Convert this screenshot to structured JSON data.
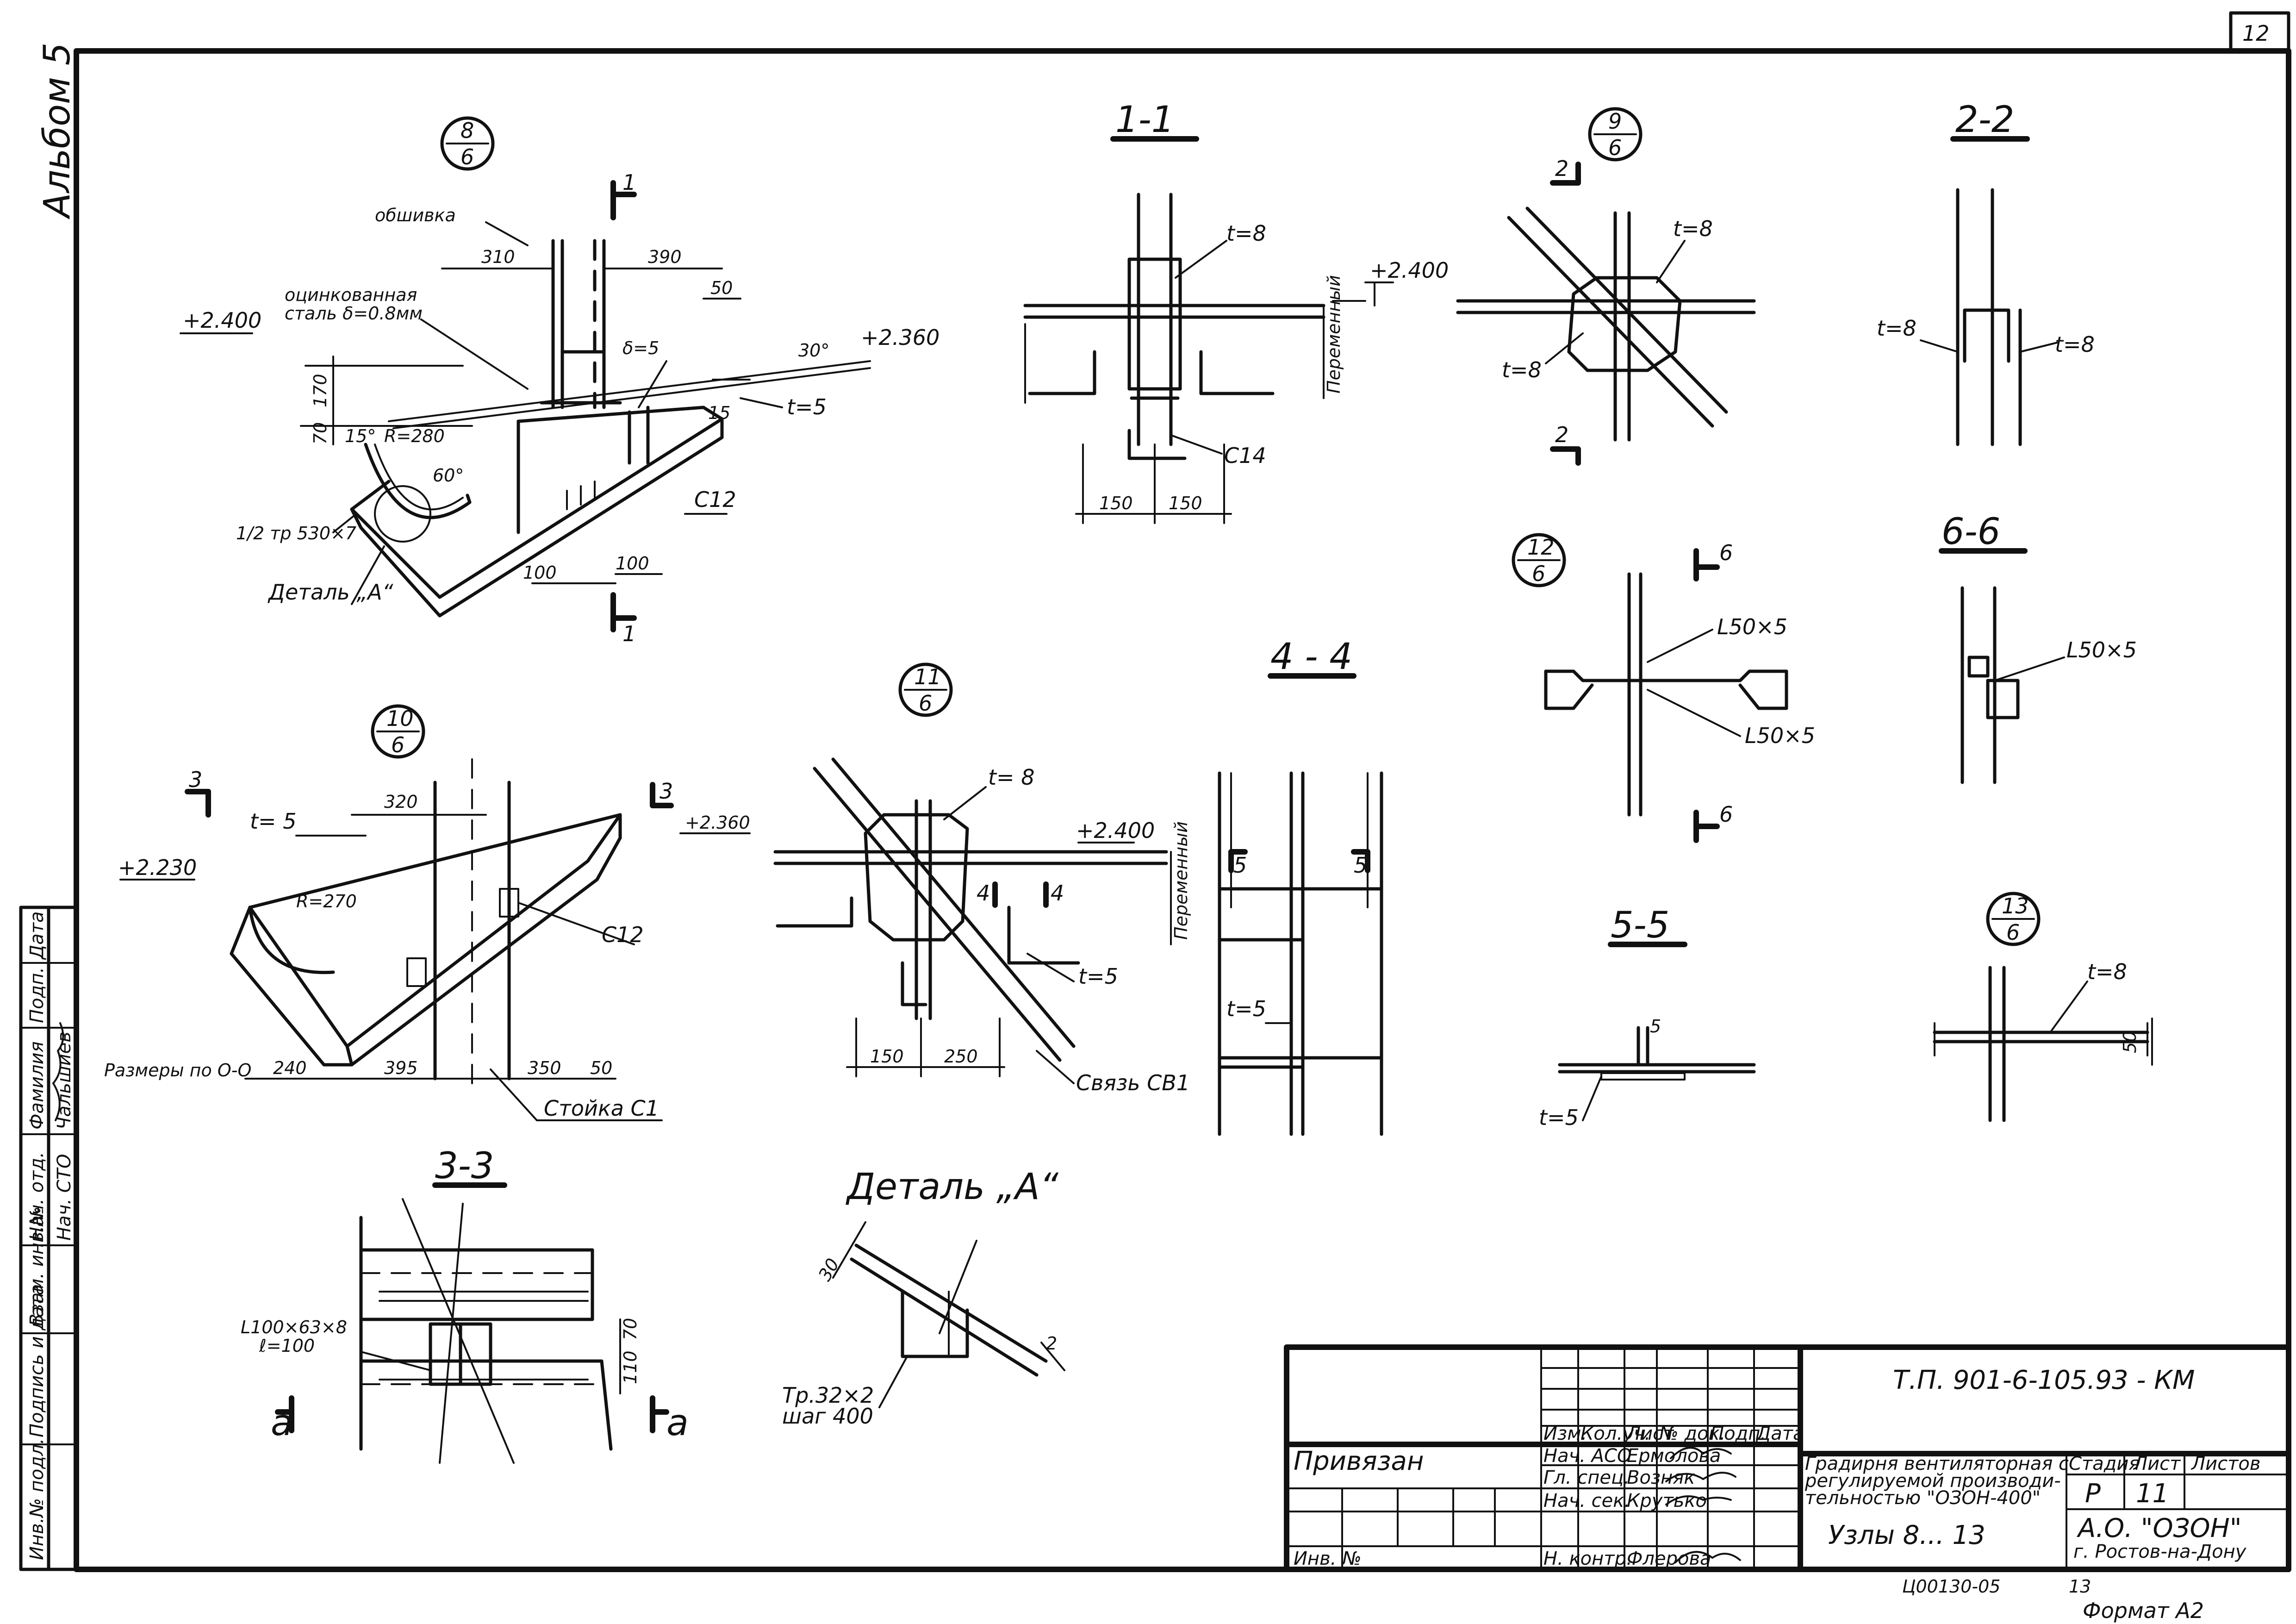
{
  "sheet": {
    "sheet_no": "12",
    "album": "Альбом 5",
    "format": "Формат А2",
    "archive_code": "Ц00130-05",
    "archive_no": "13"
  },
  "views": {
    "n8": {
      "num": "8",
      "den": "6",
      "cut": "1",
      "labels": [
        "обшивка",
        "оцинкованная",
        "сталь δ=0.8мм",
        "+2.400",
        "+2.360",
        "310",
        "390",
        "50",
        "170",
        "70",
        "15°",
        "R=280",
        "60°",
        "30°",
        "δ=5",
        "t=5",
        "15",
        "1/2 тр 530×7",
        "С12",
        "100",
        "100",
        "Деталь „А“"
      ]
    },
    "s11": {
      "title": "1-1",
      "labels": [
        "t=8",
        "+2.400",
        "Переменный",
        "С14",
        "150",
        "150"
      ]
    },
    "n9": {
      "num": "9",
      "den": "6",
      "cut": "2",
      "labels": [
        "t=8",
        "t=8"
      ]
    },
    "s22": {
      "title": "2-2",
      "labels": [
        "t=8",
        "t=8"
      ]
    },
    "n12": {
      "num": "12",
      "den": "6",
      "cut": "6",
      "labels": [
        "L50×5",
        "L50×5"
      ]
    },
    "s66": {
      "title": "6-6",
      "labels": [
        "L50×5"
      ]
    },
    "n10": {
      "num": "10",
      "den": "6",
      "cut": "3",
      "labels": [
        "t= 5",
        "320",
        "+2.360",
        "+2.230",
        "R=270",
        "С12",
        "Размеры по О-О",
        "240",
        "395",
        "350",
        "50",
        "Стойка С1"
      ]
    },
    "n11": {
      "num": "11",
      "den": "6",
      "cut": "4",
      "labels": [
        "t= 8",
        "+2.400",
        "Переменный",
        "t=5",
        "150",
        "250",
        "Связь СВ1"
      ]
    },
    "s44": {
      "title": "4 - 4",
      "cut": "5",
      "labels": [
        "t=5"
      ]
    },
    "s55": {
      "title": "5-5",
      "labels": [
        "5",
        "t=5"
      ]
    },
    "n13": {
      "num": "13",
      "den": "6",
      "labels": [
        "t=8",
        "50"
      ]
    },
    "s33": {
      "title": "3-3",
      "cut": "а",
      "labels": [
        "L100×63×8",
        "ℓ=100",
        "110",
        "70"
      ]
    },
    "detA": {
      "title": "Деталь „А“",
      "labels": [
        "30",
        "Тр.32×2",
        "шаг 400",
        "2"
      ]
    }
  },
  "title_block": {
    "doc_code": "Т.П. 901-6-105.93 - КМ",
    "project_lines": [
      "Градирня вентиляторная с",
      "регулируемой производи-",
      "тельностью \"ОЗОН-400\""
    ],
    "sheet_title": "Узлы 8... 13",
    "org_lines": [
      "А.О. \"ОЗОН\"",
      "г. Ростов-на-Дону"
    ],
    "header_cells": [
      "Изм.",
      "Кол.уч.",
      "Лист",
      "№ док.",
      "Подп.",
      "Дата"
    ],
    "privyazan": "Привязан",
    "inv_no": "Инв. №",
    "roles": [
      {
        "role": "Нач. АСО",
        "name": "Ермолова"
      },
      {
        "role": "Гл. спец.",
        "name": "Возняк"
      },
      {
        "role": "Нач. сек.",
        "name": "Крутько"
      },
      {
        "role": "Н. контр.",
        "name": "Флерова"
      }
    ],
    "stage_header": [
      "Стадия",
      "Лист",
      "Листов"
    ],
    "stage_values": [
      "Р",
      "11",
      ""
    ]
  },
  "left_stamp": {
    "lower": [
      "Инв.№ подл.",
      "Подпись и дата",
      "Взам. инв.№"
    ],
    "upper_roles": [
      "Нач. отд.",
      "Нач. СТО"
    ],
    "upper_header": [
      "Фамилия",
      "Подп.",
      "Дата"
    ],
    "names": [
      "Чальшиев"
    ]
  }
}
